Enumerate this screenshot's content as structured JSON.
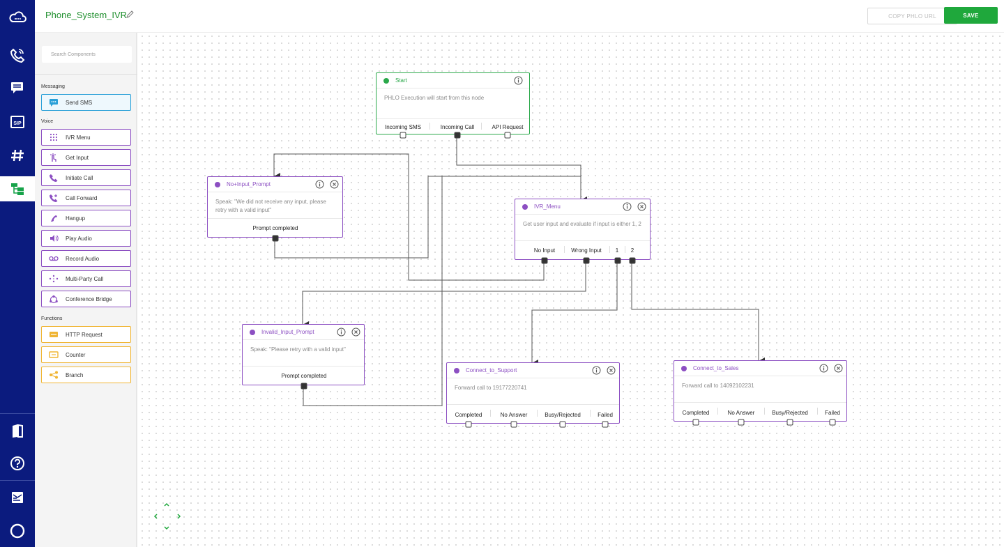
{
  "header": {
    "title": "Phone_System_IVR",
    "copy_label": "COPY PHLO URL",
    "save_label": "SAVE"
  },
  "colors": {
    "navy": "#0b1b7e",
    "green": "#1fa83c",
    "purple": "#8c4fc2",
    "blue": "#2aa0d8",
    "yellow": "#f0b533"
  },
  "rail": {
    "items": [
      "cloud-logo-icon",
      "phone-icon",
      "messages-icon",
      "sip-icon",
      "number-icon",
      "phlo-icon",
      "docs-icon",
      "help-icon",
      "support-icon",
      "account-icon"
    ],
    "active": "phlo-icon"
  },
  "panel": {
    "search_placeholder": "Search Components",
    "sections": {
      "messaging": "Messaging",
      "voice": "Voice",
      "functions": "Functions"
    },
    "messaging": [
      {
        "label": "Send SMS",
        "icon": "sms-icon"
      }
    ],
    "voice": [
      {
        "label": "IVR Menu",
        "icon": "keypad-icon"
      },
      {
        "label": "Get Input",
        "icon": "touch-icon"
      },
      {
        "label": "Initiate Call",
        "icon": "phone-icon"
      },
      {
        "label": "Call Forward",
        "icon": "forward-icon"
      },
      {
        "label": "Hangup",
        "icon": "hangup-icon"
      },
      {
        "label": "Play Audio",
        "icon": "speaker-icon"
      },
      {
        "label": "Record Audio",
        "icon": "voicemail-icon"
      },
      {
        "label": "Multi-Party Call",
        "icon": "multi-party-icon"
      },
      {
        "label": "Conference Bridge",
        "icon": "conference-icon"
      }
    ],
    "functions": [
      {
        "label": "HTTP Request",
        "icon": "http-icon"
      },
      {
        "label": "Counter",
        "icon": "counter-icon"
      },
      {
        "label": "Branch",
        "icon": "branch-icon"
      }
    ]
  },
  "nodes": {
    "start": {
      "name": "Start",
      "desc": "PHLO Execution will start from this node",
      "outputs": [
        "Incoming SMS",
        "Incoming Call",
        "API Request"
      ]
    },
    "no_input": {
      "name": "No+Input_Prompt",
      "desc": "Speak: \"We did not receive any input, please retry with a valid input\"",
      "outputs": [
        "Prompt completed"
      ]
    },
    "ivr": {
      "name": "IVR_Menu",
      "desc": "Get user input and evaluate if input is either 1, 2",
      "outputs": [
        "No Input",
        "Wrong Input",
        "1",
        "2"
      ]
    },
    "invalid": {
      "name": "Invalid_Input_Prompt",
      "desc": "Speak: \"Please retry with a valid input\"",
      "outputs": [
        "Prompt completed"
      ]
    },
    "support": {
      "name": "Connect_to_Support",
      "desc": "Forward call to 19177220741",
      "outputs": [
        "Completed",
        "No Answer",
        "Busy/Rejected",
        "Failed"
      ]
    },
    "sales": {
      "name": "Connect_to_Sales",
      "desc": "Forward call to 14092102231",
      "outputs": [
        "Completed",
        "No Answer",
        "Busy/Rejected",
        "Failed"
      ]
    }
  }
}
